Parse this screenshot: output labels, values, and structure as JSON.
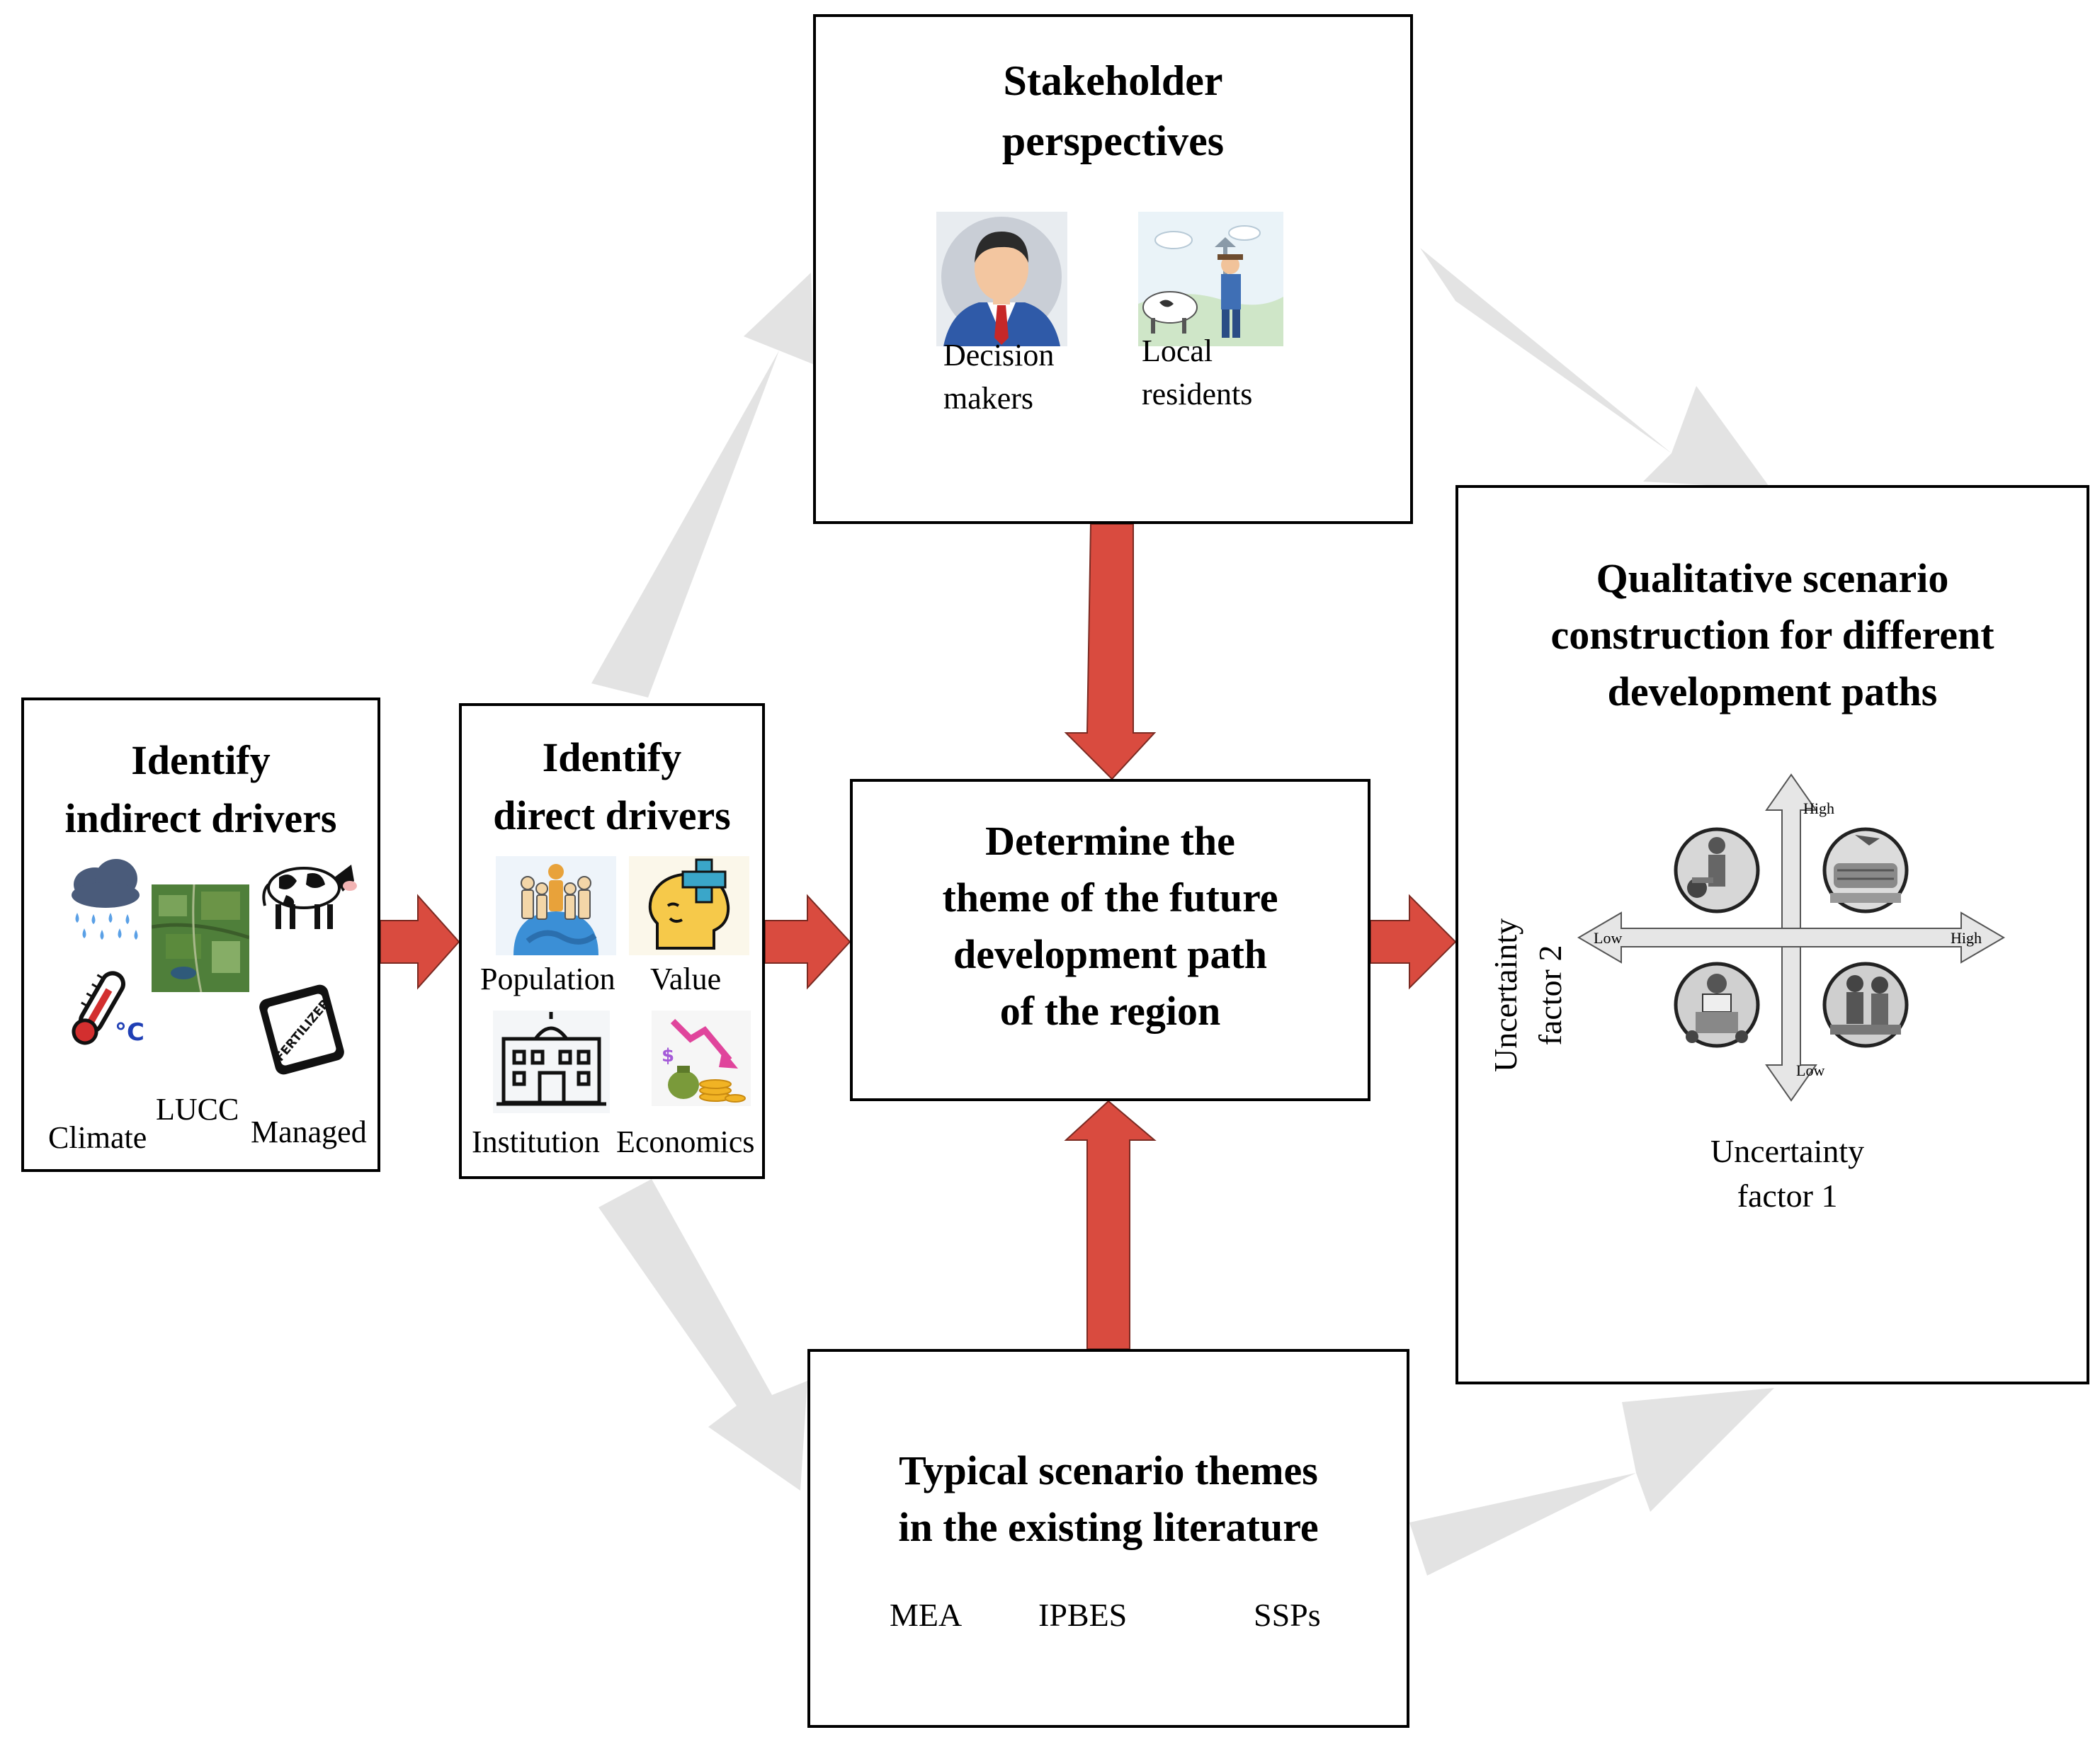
{
  "colors": {
    "flow_arrow": "#d94b3f",
    "cycle_arrow": "#e3e3e3",
    "border": "#000000"
  },
  "stakeholder": {
    "title_line1": "Stakeholder",
    "title_line2": "perspectives",
    "decision_line1": "Decision",
    "decision_line2": "makers",
    "local_line1": "Local",
    "local_line2": "residents",
    "icons": [
      "businessman-icon",
      "farmer-icon"
    ]
  },
  "indirect": {
    "title_line1": "Identify",
    "title_line2": "indirect drivers",
    "climate": "Climate",
    "lucc": "LUCC",
    "managed": "Managed",
    "icons": [
      "rain-cloud-icon",
      "thermometer-icon",
      "satellite-map-icon",
      "cow-icon",
      "fertilizer-icon"
    ],
    "thermometer_unit": "°C",
    "fertilizer_text": "FERTILIZER"
  },
  "direct": {
    "title_line1": "Identify",
    "title_line2": "direct drivers",
    "population": "Population",
    "value": "Value",
    "institution": "Institution",
    "economics": "Economics",
    "icons": [
      "population-icon",
      "value-head-icon",
      "institution-icon",
      "economics-icon"
    ],
    "economics_symbol": "$"
  },
  "theme": {
    "line1": "Determine the",
    "line2": "theme of the future",
    "line3": "development path",
    "line4": "of the region"
  },
  "literature": {
    "line1": "Typical scenario themes",
    "line2": "in the existing literature",
    "mea": "MEA",
    "ipbes": "IPBES",
    "ssps": "SSPs"
  },
  "qualitative": {
    "line1": "Qualitative scenario",
    "line2": "construction for different",
    "line3": "development paths",
    "factor2_line1": "Uncertainty",
    "factor2_line2": "factor 2",
    "factor1_line1": "Uncertainty",
    "factor1_line2": "factor 1",
    "axis_high_v": "High",
    "axis_low_v": "Low",
    "axis_high_h": "High",
    "axis_low_h": "Low",
    "icons": [
      "worker-quadrant-icon",
      "machine-quadrant-icon",
      "speaker-quadrant-icon",
      "labor-quadrant-icon"
    ]
  }
}
